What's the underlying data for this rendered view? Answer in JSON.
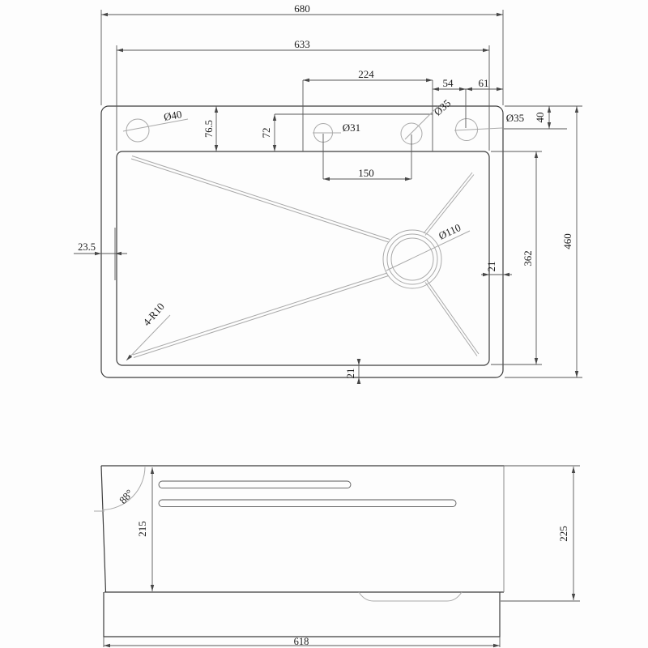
{
  "drawing": {
    "top_view": {
      "dim_overall_width": "680",
      "dim_opening_width": "633",
      "dim_faucet_zone_width": "224",
      "dim_hole_offset_a": "54",
      "dim_hole_offset_b": "61",
      "dim_deck_depth": "76.5",
      "dim_deck_step": "72",
      "dim_faucet_hole_spacing": "150",
      "dim_rim_left": "23.5",
      "dim_rim_right": "21",
      "dim_rim_bottom": "21",
      "dim_opening_depth": "362",
      "dim_overall_depth": "460",
      "dim_deck_right": "40",
      "label_hole_left": "Ø40",
      "label_hole_center": "Ø31",
      "label_hole_center_right": "Ø35",
      "label_hole_right": "Ø35",
      "label_drain": "Ø110",
      "label_corner_radius": "4-R10"
    },
    "side_view": {
      "label_wall_angle": "88°",
      "dim_bowl_depth": "215",
      "dim_overall_height": "225",
      "dim_base_width": "618"
    }
  }
}
